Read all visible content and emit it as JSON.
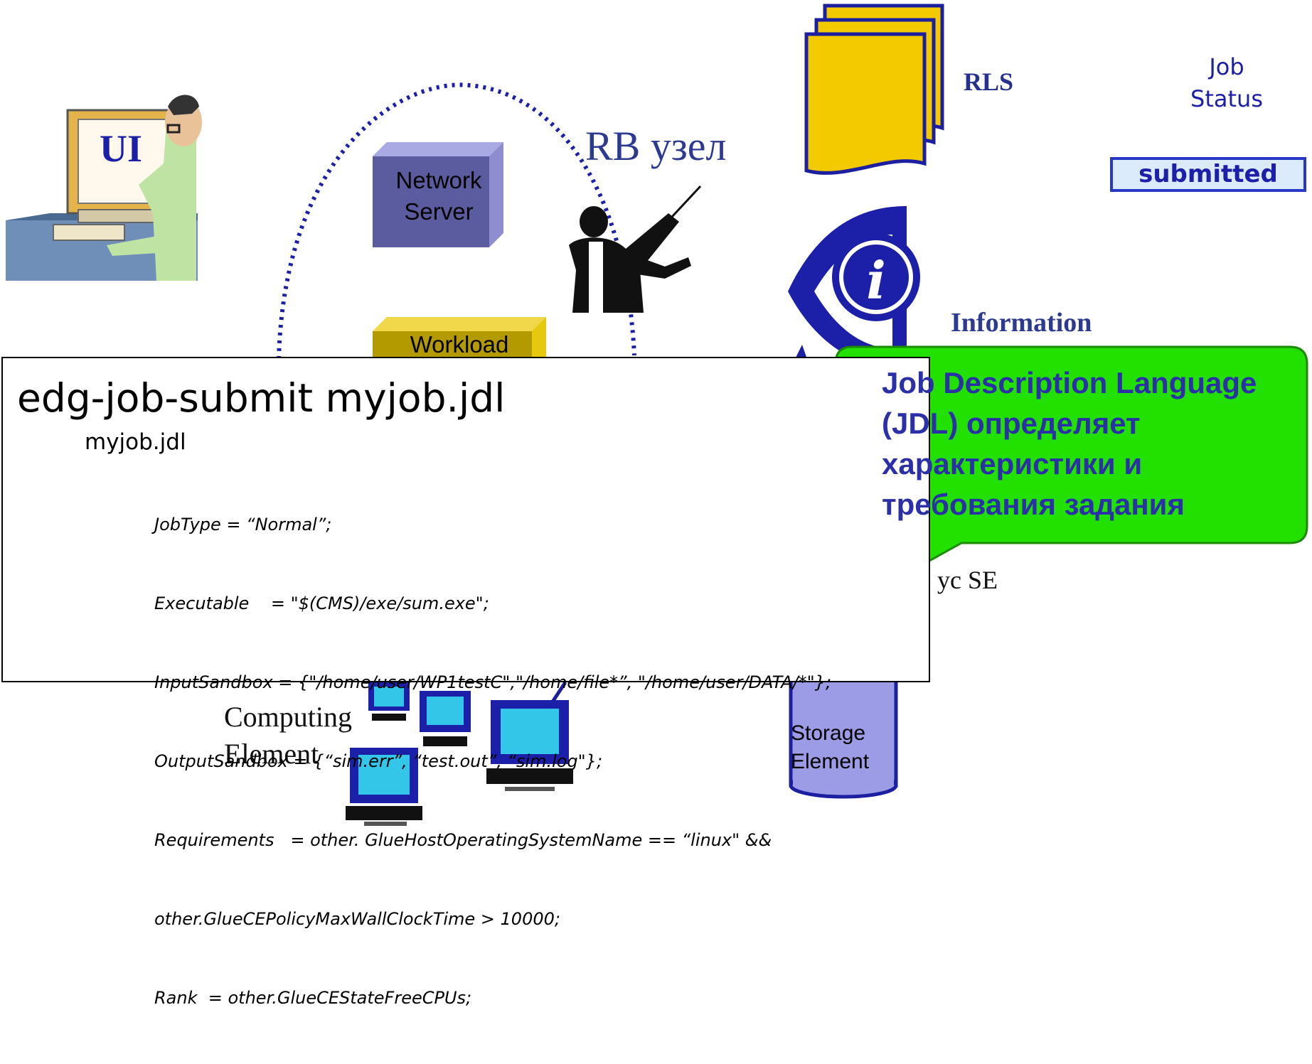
{
  "diagram": {
    "ui_node_label": "UI",
    "rb_node_label": "RB узел",
    "rls_label": "RLS",
    "job_status_label_line1": "Job",
    "job_status_label_line2": "Status",
    "job_status_value": "submitted",
    "network_server_line1": "Network",
    "network_server_line2": "Server",
    "workload_label": "Workload",
    "information_label": "Information",
    "computing_element_line1": "Computing",
    "computing_element_line2": "Element",
    "storage_element_line1": "Storage",
    "storage_element_line2": "Element",
    "se_partial_label": "ус SE"
  },
  "command_panel": {
    "command": "edg-job-submit myjob.jdl",
    "file_name": "myjob.jdl",
    "lines": [
      "JobType = “Normal”;",
      "Executable    = \"$(CMS)/exe/sum.exe\";",
      "InputSandbox = {\"/home/user/WP1testC\",\"/home/file*”, \"/home/user/DATA/*\"};",
      "OutputSandbox = {“sim.err”, “test.out”, “sim.log\"};",
      "Requirements   = other. GlueHostOperatingSystemName == “linux\" &&",
      "other.GlueCEPolicyMaxWallClockTime > 10000;",
      "Rank  = other.GlueCEStateFreeCPUs;"
    ]
  },
  "callout": {
    "line1": "Job Description Language",
    "line2": "(JDL) определяет",
    "line3": "характеристики и",
    "line4": "требования задания"
  },
  "colors": {
    "callout_fill": "#22e000",
    "callout_border": "#1b8c00",
    "callout_text": "#2b30a8",
    "rls_fill": "#f3c900",
    "rls_border": "#1b1fa0",
    "network_server_fill": "#5b5ba0",
    "workload_fill": "#b29a00",
    "info_eye": "#1c1fa8",
    "storage_fill": "#9b9be6",
    "dotted_arc": "#1c1fa8"
  }
}
